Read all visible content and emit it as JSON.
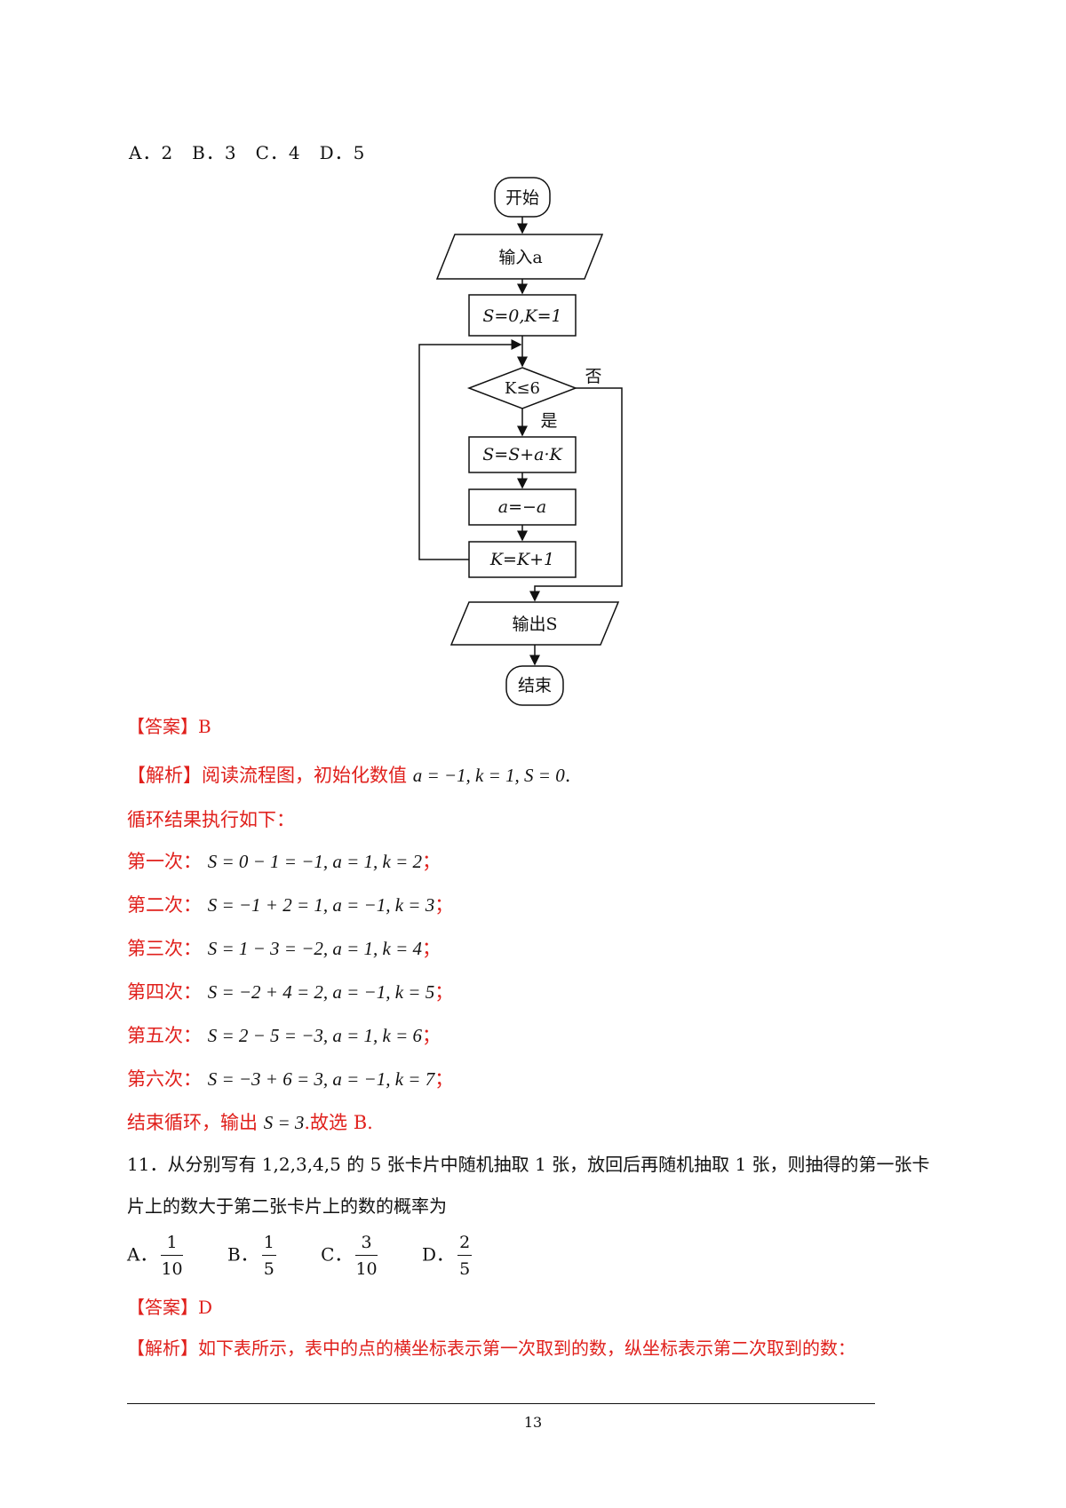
{
  "q10_options": "A．2　B．3　C．4　D．5",
  "flowchart": {
    "start": "开始",
    "input": "输入a",
    "init": "S=0,K=1",
    "condition": "K≤6",
    "no": "否",
    "yes": "是",
    "step1": "S=S+a·K",
    "step2": "a=−a",
    "step3": "K=K+1",
    "output": "输出S",
    "end": "结束"
  },
  "q10_answer": "【答案】B",
  "q10_analysis": {
    "intro_label": "【解析】",
    "intro_text": "阅读流程图，初始化数值",
    "intro_math": "a = −1, k = 1, S = 0",
    "intro_end": ".",
    "loop_title": "循环结果执行如下：",
    "rows": [
      {
        "label": "第一次：",
        "math": "S = 0 − 1 = −1, a = 1, k = 2",
        "end": "；"
      },
      {
        "label": "第二次：",
        "math": "S = −1 + 2 = 1, a = −1, k = 3",
        "end": "；"
      },
      {
        "label": "第三次：",
        "math": "S = 1 − 3 = −2, a = 1, k = 4",
        "end": "；"
      },
      {
        "label": "第四次：",
        "math": "S = −2 + 4 = 2, a = −1, k = 5",
        "end": "；"
      },
      {
        "label": "第五次：",
        "math": "S = 2 − 5 = −3, a = 1, k = 6",
        "end": "；"
      },
      {
        "label": "第六次：",
        "math": "S = −3 + 6 = 3, a = −1, k = 7",
        "end": "；"
      }
    ],
    "conclusion_pre": "结束循环，输出",
    "conclusion_math": "S = 3",
    "conclusion_post": ".故选 B."
  },
  "q11": {
    "line1": "11．从分别写有 1,2,3,4,5 的 5 张卡片中随机抽取 1 张，放回后再随机抽取 1 张，则抽得的第一张卡",
    "line2": "片上的数大于第二张卡片上的数的概率为",
    "options": [
      {
        "label": "A．",
        "num": "1",
        "den": "10"
      },
      {
        "label": "B．",
        "num": "1",
        "den": "5"
      },
      {
        "label": "C．",
        "num": "3",
        "den": "10"
      },
      {
        "label": "D．",
        "num": "2",
        "den": "5"
      }
    ],
    "answer": "【答案】D",
    "analysis_label": "【解析】",
    "analysis_text": "如下表所示，表中的点的横坐标表示第一次取到的数，纵坐标表示第二次取到的数："
  },
  "page_number": "13"
}
